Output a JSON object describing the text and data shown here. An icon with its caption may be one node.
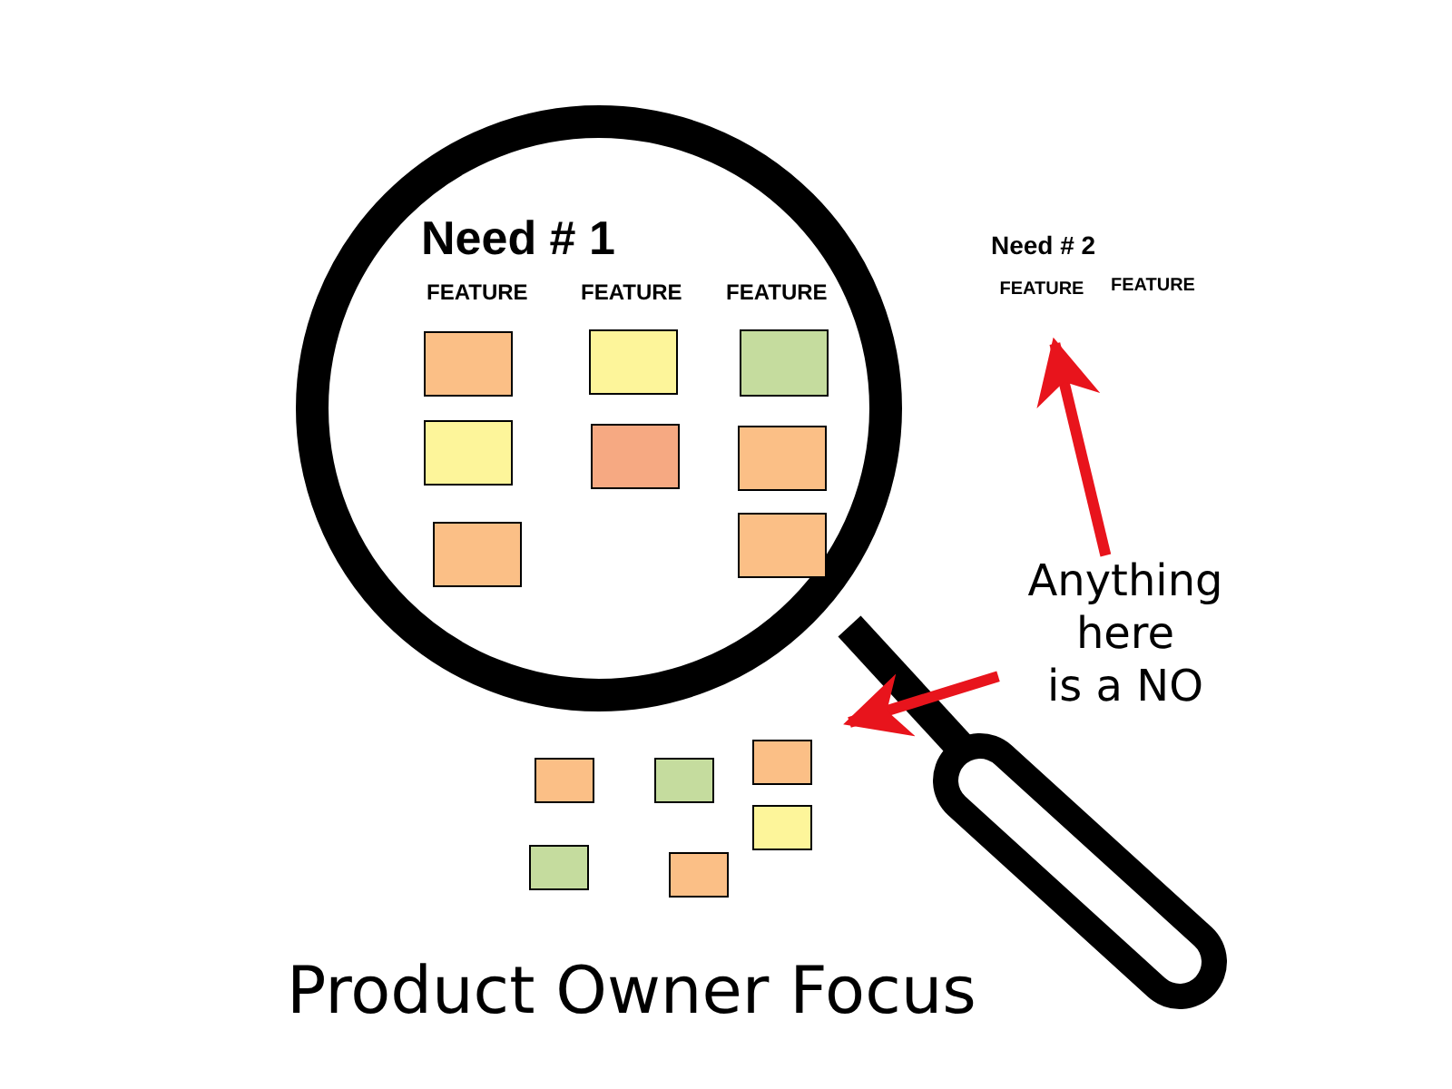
{
  "diagram": {
    "title": "Product Owner Focus",
    "nodes": [
      {
        "text": [
          "Anything here is a NO"
        ]
      },
      {
        "text": [
          "FEATURE"
        ]
      }
    ],
    "edges": [
      {
        "from": 0,
        "to": 1,
        "arrow": "to"
      },
      {
        "from": 0,
        "to": null,
        "arrow": "to"
      }
    ],
    "labels": [
      "Need # 1",
      "FEATURE",
      "FEATURE",
      "FEATURE",
      "Need # 2",
      "FEATURE"
    ]
  }
}
